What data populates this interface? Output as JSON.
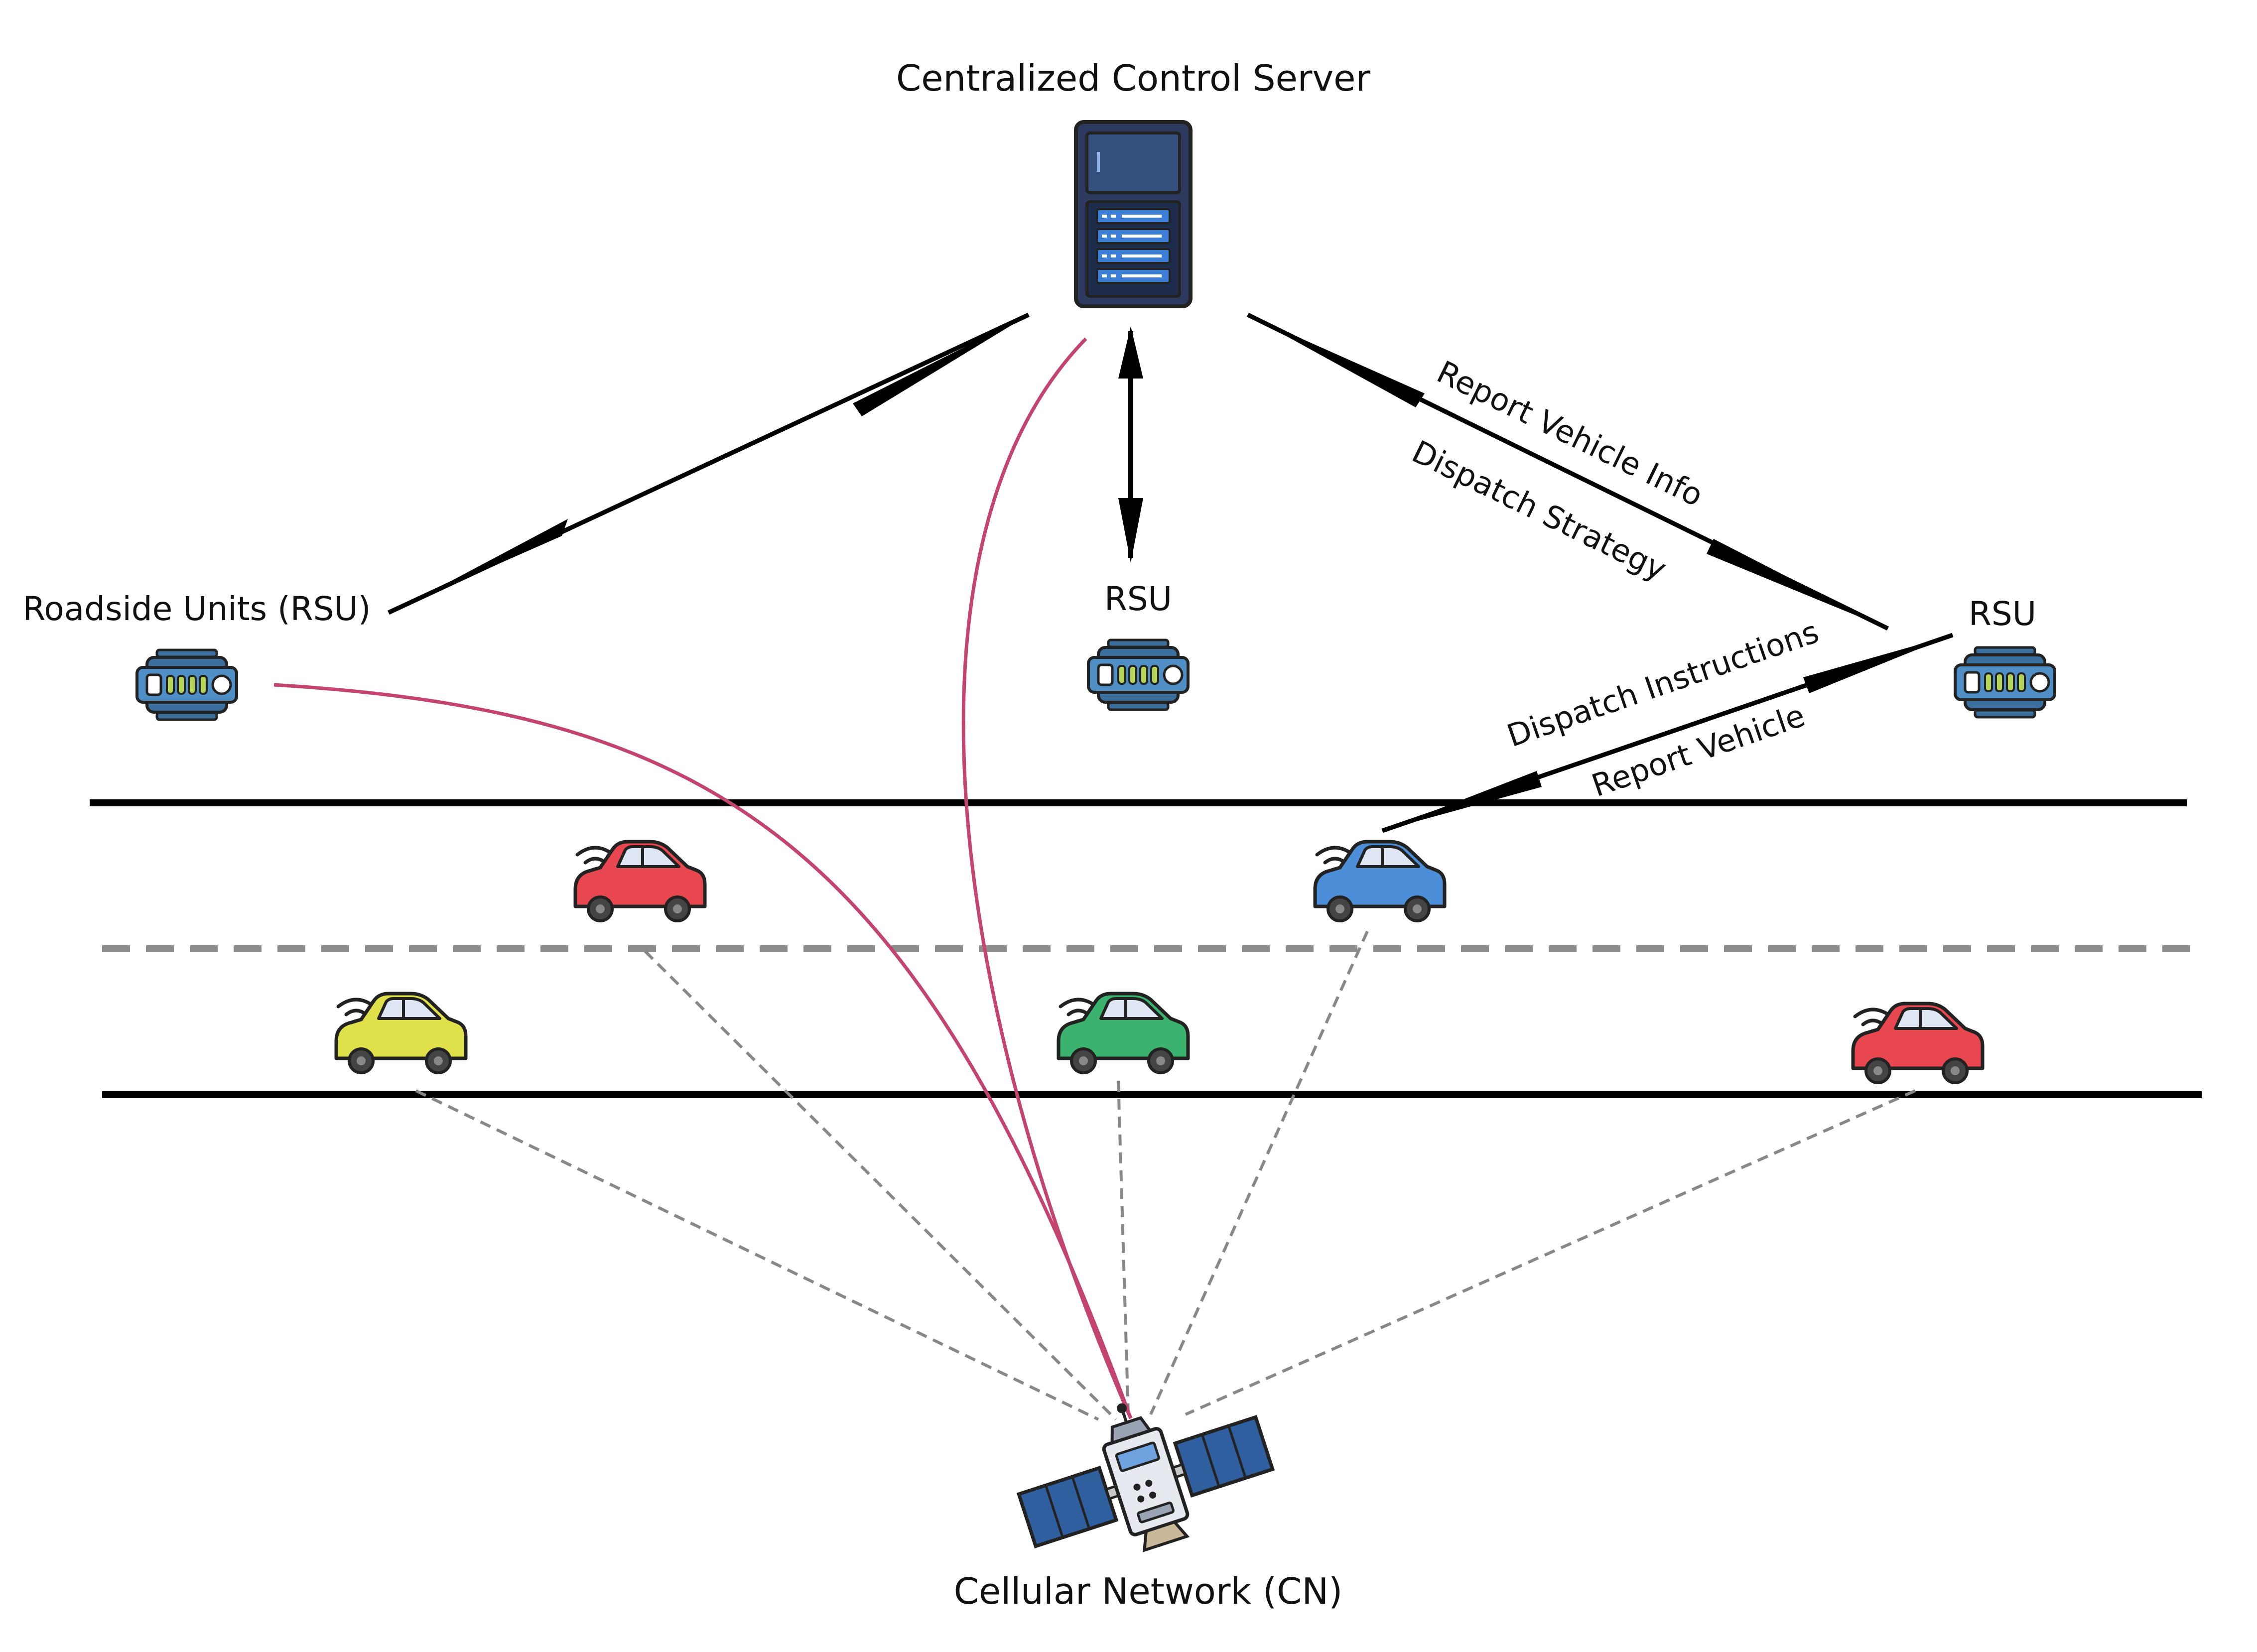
{
  "labels": {
    "server": "Centralized Control Server",
    "rsu_left": "Roadside Units (RSU)",
    "rsu_center": "RSU",
    "rsu_right": "RSU",
    "cellular": "Cellular Network (CN)",
    "report_vehicle_info": "Report Vehicle Info",
    "dispatch_strategy": "Dispatch Strategy",
    "dispatch_instructions": "Dispatch Instructions",
    "report_vehicle": "Report Vehicle"
  },
  "colors": {
    "road_line": "#000000",
    "dashed_lane": "#8c8c8c",
    "cellular_link": "#c2446f",
    "vehicle_link": "#888888",
    "server_body": "#2b3a5e",
    "server_screen": "#3d7fd6",
    "rsu_body": "#3a6f9e",
    "rsu_led": "#b6d657",
    "satellite_panel": "#2f5f9e",
    "car_red": "#e8474f",
    "car_blue": "#4c8fd8",
    "car_yellow": "#e0e04a",
    "car_green": "#3bb36f"
  },
  "icons": {
    "server": "server-rack-icon",
    "rsu": "roadside-unit-icon",
    "car": "car-icon",
    "wifi": "wifi-signal-icon",
    "satellite": "satellite-icon"
  }
}
